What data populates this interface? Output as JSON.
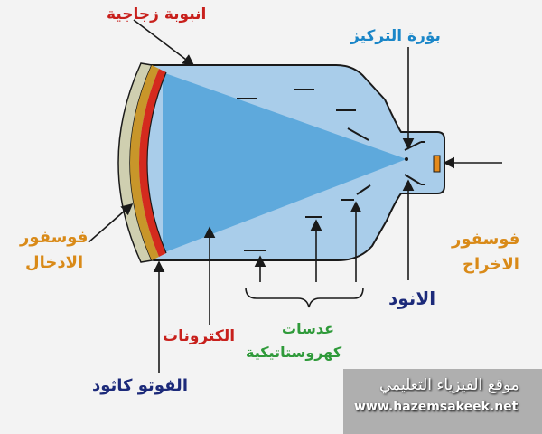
{
  "diagram": {
    "labels": {
      "glass_tube": "انبوبة زجاجية",
      "focus_point": "بؤرة التركيز",
      "input_phosphor_line1": "فوسفور",
      "input_phosphor_line2": "الادخال",
      "output_phosphor_line1": "فوسفور",
      "output_phosphor_line2": "الاخراج",
      "anode": "الانود",
      "electrostatic_lenses_line1": "عدسات",
      "electrostatic_lenses_line2": "كهروستاتيكية",
      "electrons": "الكترونات",
      "photocathode": "الفوتو كاثود"
    },
    "watermark": {
      "site_name": "موقع الفيزياء التعليمي",
      "url": "www.hazemsakeek.net"
    },
    "colors": {
      "background": "#f3f3f3",
      "tube_fill": "#a9cdea",
      "beam_fill": "#5ea9dc",
      "tube_outline": "#1a1a1a",
      "input_phosphor": "#d42a1e",
      "photocathode_layer": "#c8962a",
      "output_phosphor": "#e58a1a",
      "label_red": "#c8201c",
      "label_blue": "#1a86c8",
      "label_orange": "#d98a18",
      "label_navy": "#1c2a7a",
      "label_green": "#2f9a3a",
      "watermark_text": "#ffffff"
    }
  }
}
